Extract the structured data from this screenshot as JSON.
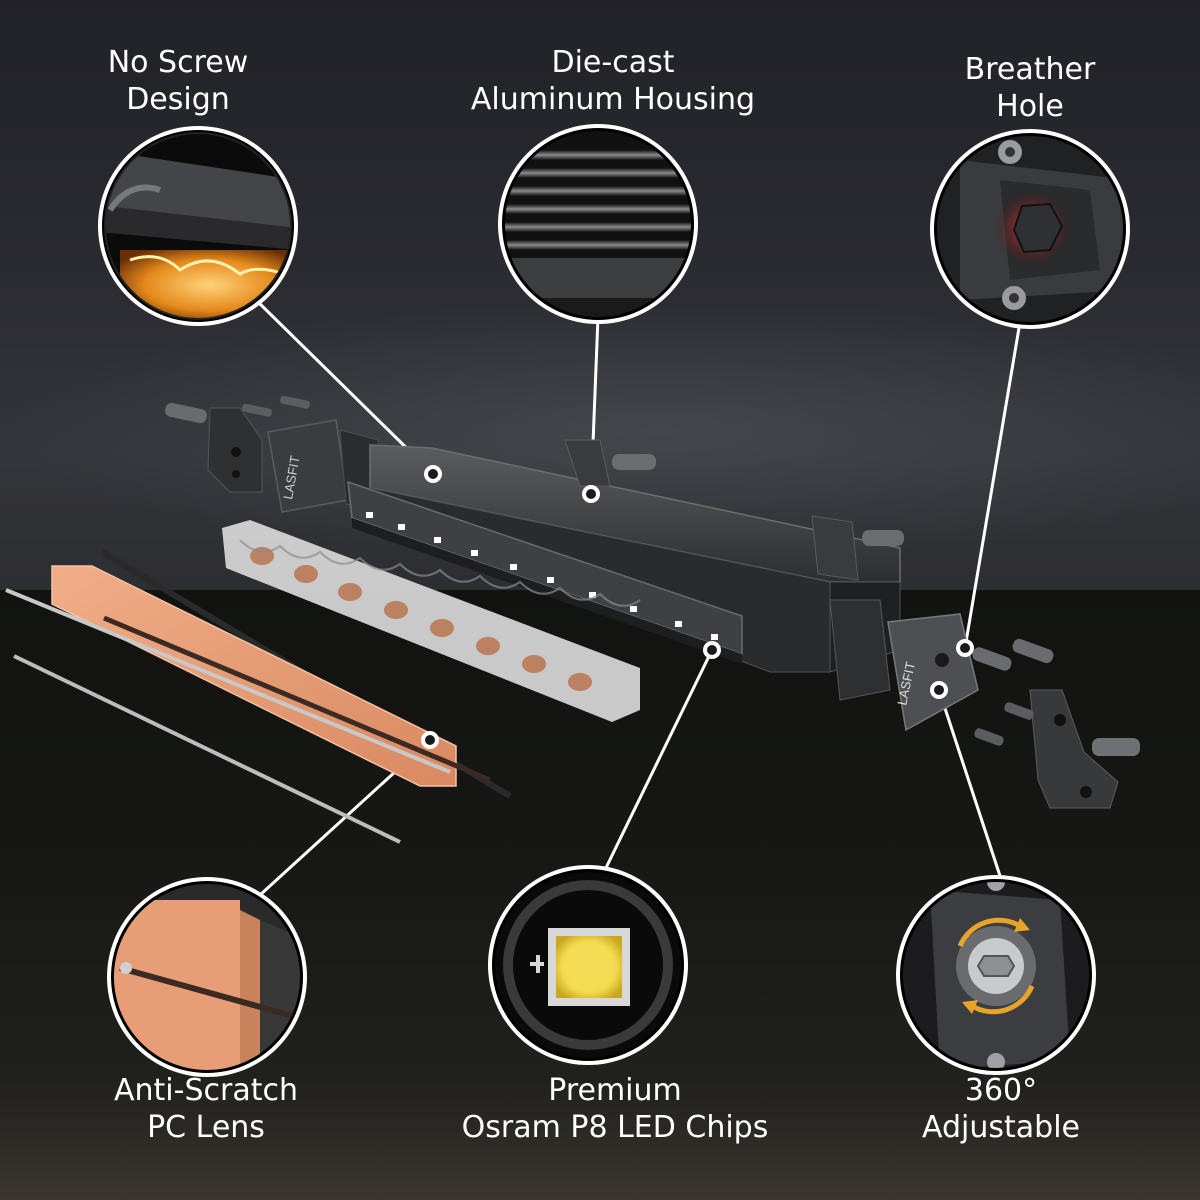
{
  "callouts": {
    "no_screw": {
      "line1": "No Screw",
      "line2": "Design"
    },
    "housing": {
      "line1": "Die-cast",
      "line2": "Aluminum Housing"
    },
    "breather": {
      "line1": "Breather",
      "line2": "Hole"
    },
    "lens": {
      "line1": "Anti-Scratch",
      "line2": "PC Lens"
    },
    "chips": {
      "line1": "Premium",
      "line2": "Osram P8 LED Chips"
    },
    "adjustable": {
      "line1": "360°",
      "line2": "Adjustable"
    }
  },
  "brand": {
    "left_cap": "LASFIT",
    "right_cap": "LASFIT"
  },
  "colors": {
    "lens_orange": "#e8a07a",
    "reflector_amber": "#e89a2a",
    "housing_dark": "#3a3b3d",
    "callout_ring": "#ffffff",
    "arrow_amber": "#e8a42a"
  }
}
